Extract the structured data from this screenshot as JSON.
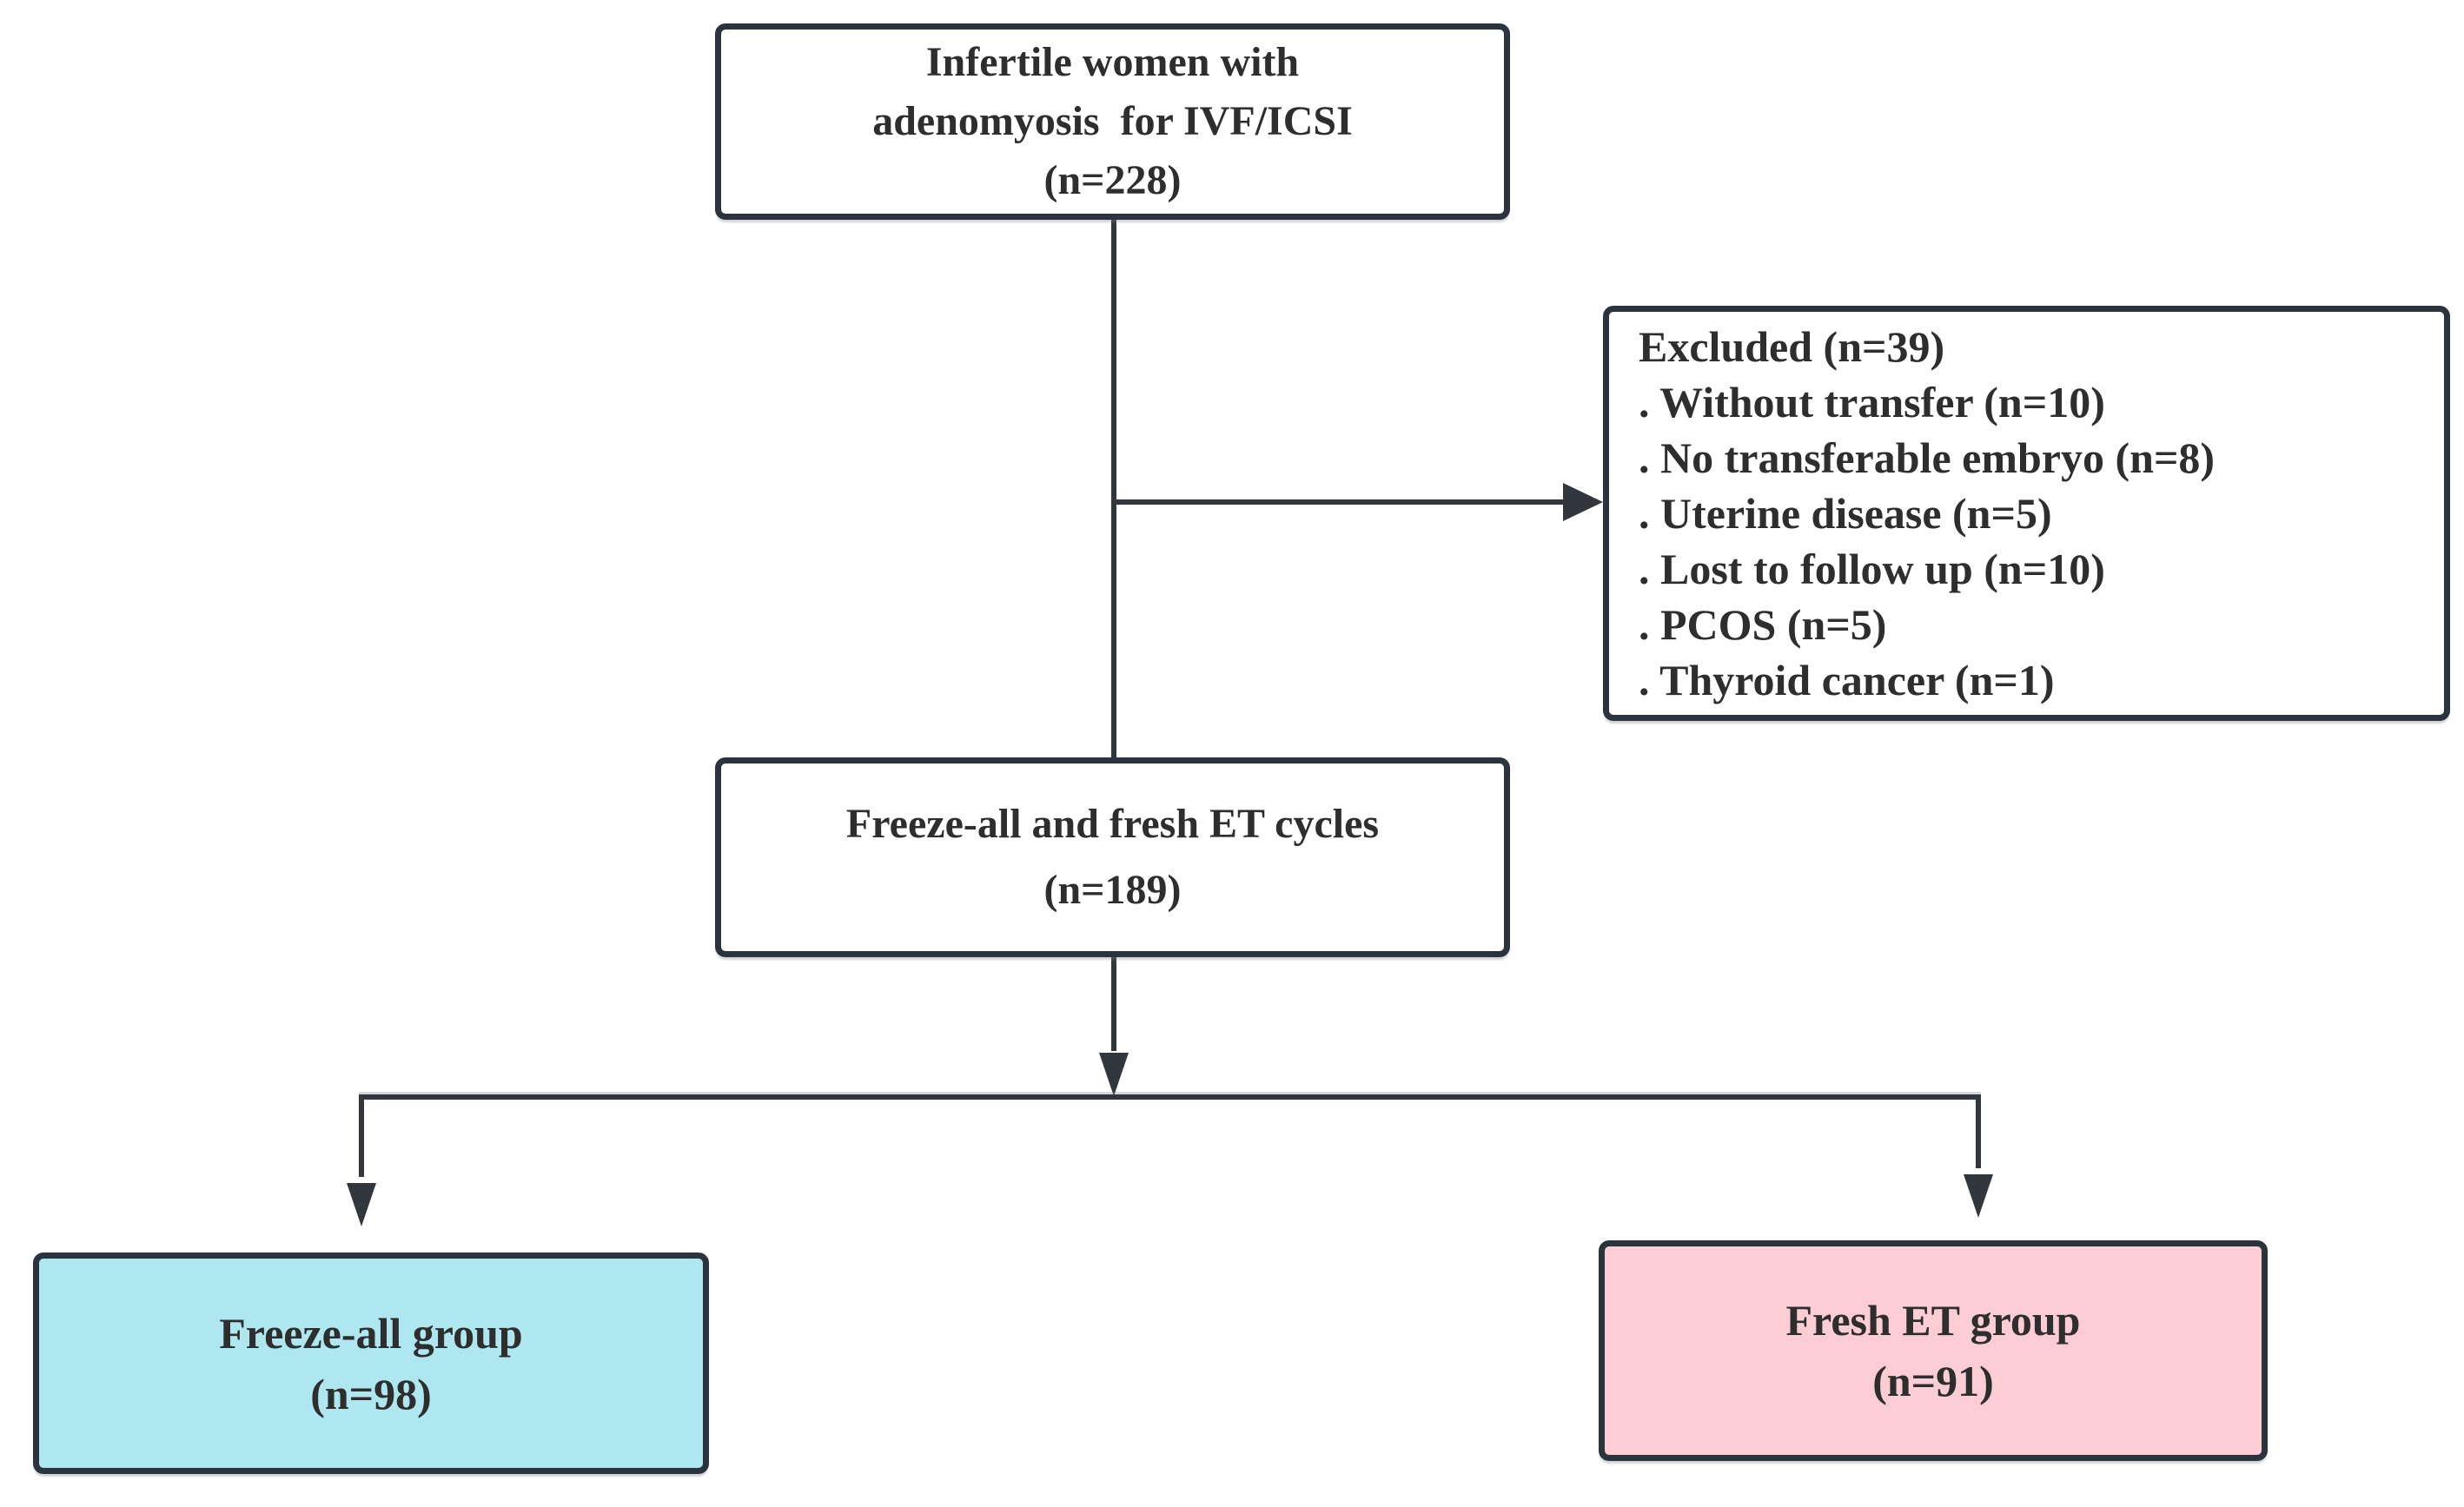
{
  "flowchart": {
    "top_box": {
      "line1": "Infertile women with",
      "line2": "adenomyosis  for IVF/ICSI",
      "line3": "(n=228)"
    },
    "excluded_box": {
      "title": "Excluded (n=39)",
      "items": [
        ". Without transfer (n=10)",
        ". No transferable embryo (n=8)",
        ". Uterine disease (n=5)",
        ". Lost to follow up (n=10)",
        ". PCOS (n=5)",
        ". Thyroid cancer (n=1)"
      ]
    },
    "middle_box": {
      "line1": "Freeze-all and fresh ET cycles",
      "line2": "(n=189)"
    },
    "freeze_all_box": {
      "line1": "Freeze-all group",
      "line2": "(n=98)"
    },
    "fresh_et_box": {
      "line1": "Fresh ET group",
      "line2": "(n=91)"
    },
    "colors": {
      "border": "#2b343c",
      "connector": "#31373d",
      "text": "#2e2e2e",
      "freeze_all_fill": "#aee7f0",
      "fresh_et_fill": "#fccdd5",
      "background": "#ffffff"
    }
  }
}
